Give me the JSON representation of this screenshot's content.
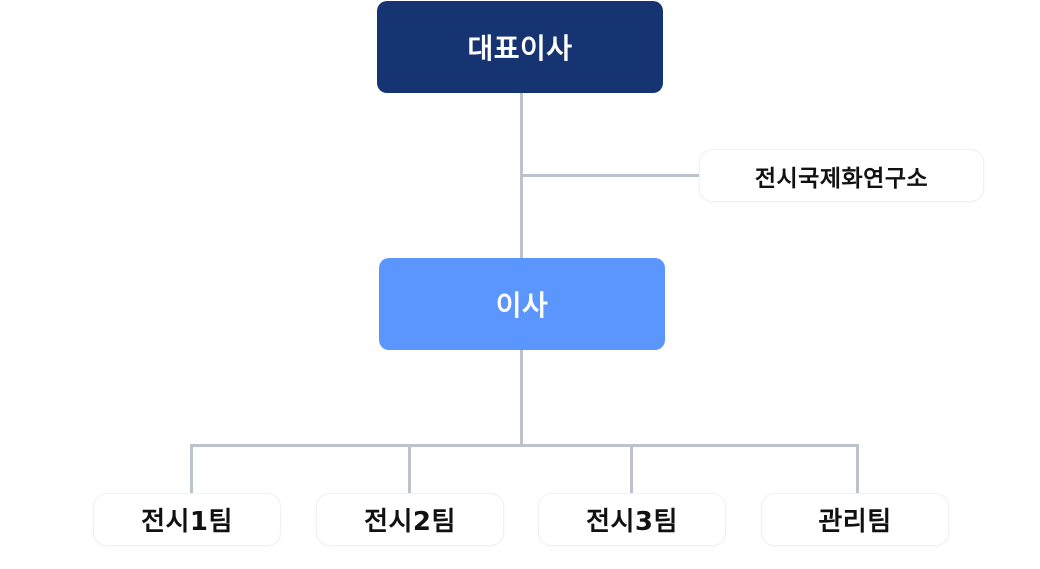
{
  "org_chart": {
    "ceo": "대표이사",
    "side_unit": "전시국제화연구소",
    "director": "이사",
    "teams": [
      "전시1팀",
      "전시2팀",
      "전시3팀",
      "관리팀"
    ]
  },
  "colors": {
    "ceo_box": "#163372",
    "director_box": "#5b96ff",
    "connector": "#bcc3ce",
    "text_dark": "#111111",
    "text_light": "#ffffff"
  }
}
